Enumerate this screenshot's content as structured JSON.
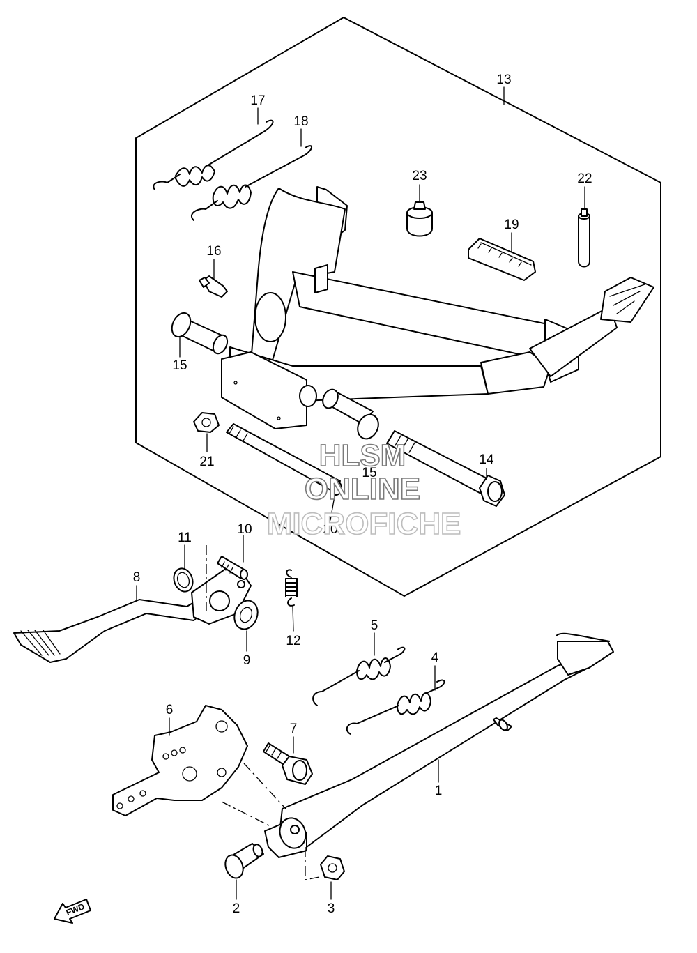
{
  "labels": {
    "p1": "1",
    "p2": "2",
    "p3": "3",
    "p4": "4",
    "p5": "5",
    "p6": "6",
    "p7": "7",
    "p8": "8",
    "p9": "9",
    "p10": "10",
    "p11": "11",
    "p12": "12",
    "p13": "13",
    "p14": "14",
    "p15a": "15",
    "p15b": "15",
    "p16": "16",
    "p17": "17",
    "p18": "18",
    "p19": "19",
    "p20": "20",
    "p21": "21",
    "p22": "22",
    "p23": "23"
  },
  "watermark": {
    "line1": "HLSM",
    "line2": "ONLINE",
    "line3": "MICROFICHE"
  },
  "fwd_badge": "FWD"
}
